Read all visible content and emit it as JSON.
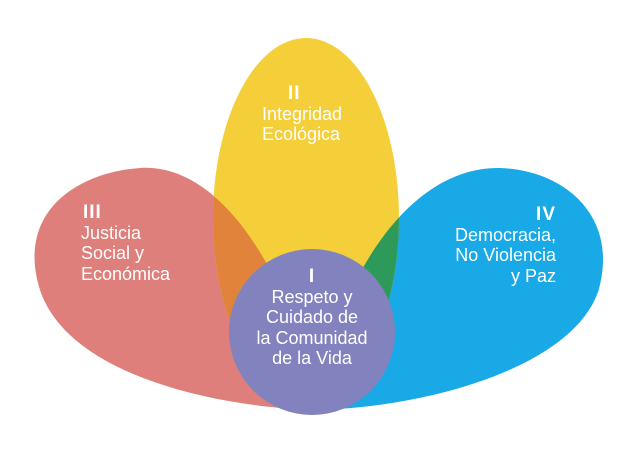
{
  "diagram": {
    "petals": [
      {
        "id": "I",
        "numeral": "I",
        "lines": [
          "Respeto y",
          "Cuidado de",
          "la Comunidad",
          "de la Vida"
        ],
        "color": "#8283be"
      },
      {
        "id": "II",
        "numeral": "II",
        "lines": [
          "Integridad",
          "Ecológica"
        ],
        "color": "#f5cf3a"
      },
      {
        "id": "III",
        "numeral": "III",
        "lines": [
          "Justicia",
          "Social y",
          "Económica"
        ],
        "color": "#df7f7c"
      },
      {
        "id": "IV",
        "numeral": "IV",
        "lines": [
          "Democracia,",
          "No Violencia",
          "y Paz"
        ],
        "color": "#18a9e6"
      }
    ],
    "overlap_colors": {
      "yellow_red": "#e2833c",
      "yellow_blue": "#2e9a5a"
    }
  }
}
